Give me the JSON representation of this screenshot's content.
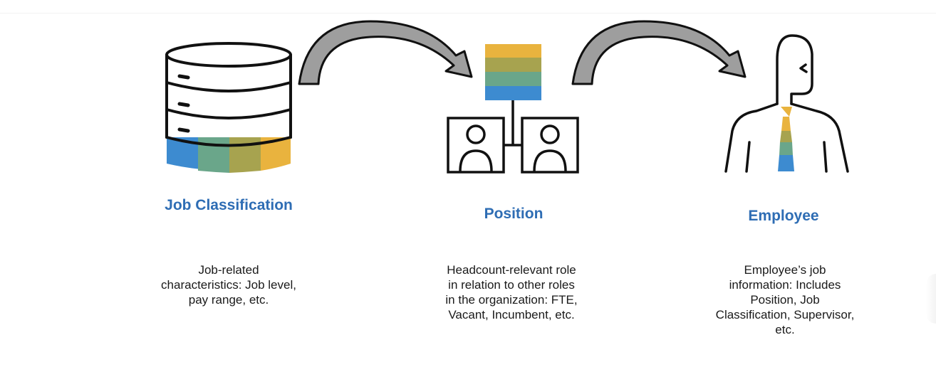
{
  "colors": {
    "title": "#2e6db4",
    "blue": "#3d8bd0",
    "teal": "#6aa68a",
    "olive": "#a7a34f",
    "gold": "#e9b33e",
    "arrow_fill": "#9e9e9e",
    "stroke": "#111111"
  },
  "icons": [
    "database-icon",
    "org-position-icon",
    "employee-icon",
    "curved-arrow-icon"
  ],
  "nodes": [
    {
      "title": "Job Classification",
      "description": "Job-related characteristics: Job level, pay range, etc."
    },
    {
      "title": "Position",
      "description": "Headcount-relevant role in relation to other roles in the organization: FTE, Vacant, Incumbent, etc."
    },
    {
      "title": "Employee",
      "description": "Employee’s job information: Includes Position, Job Classification, Supervisor, etc."
    }
  ]
}
